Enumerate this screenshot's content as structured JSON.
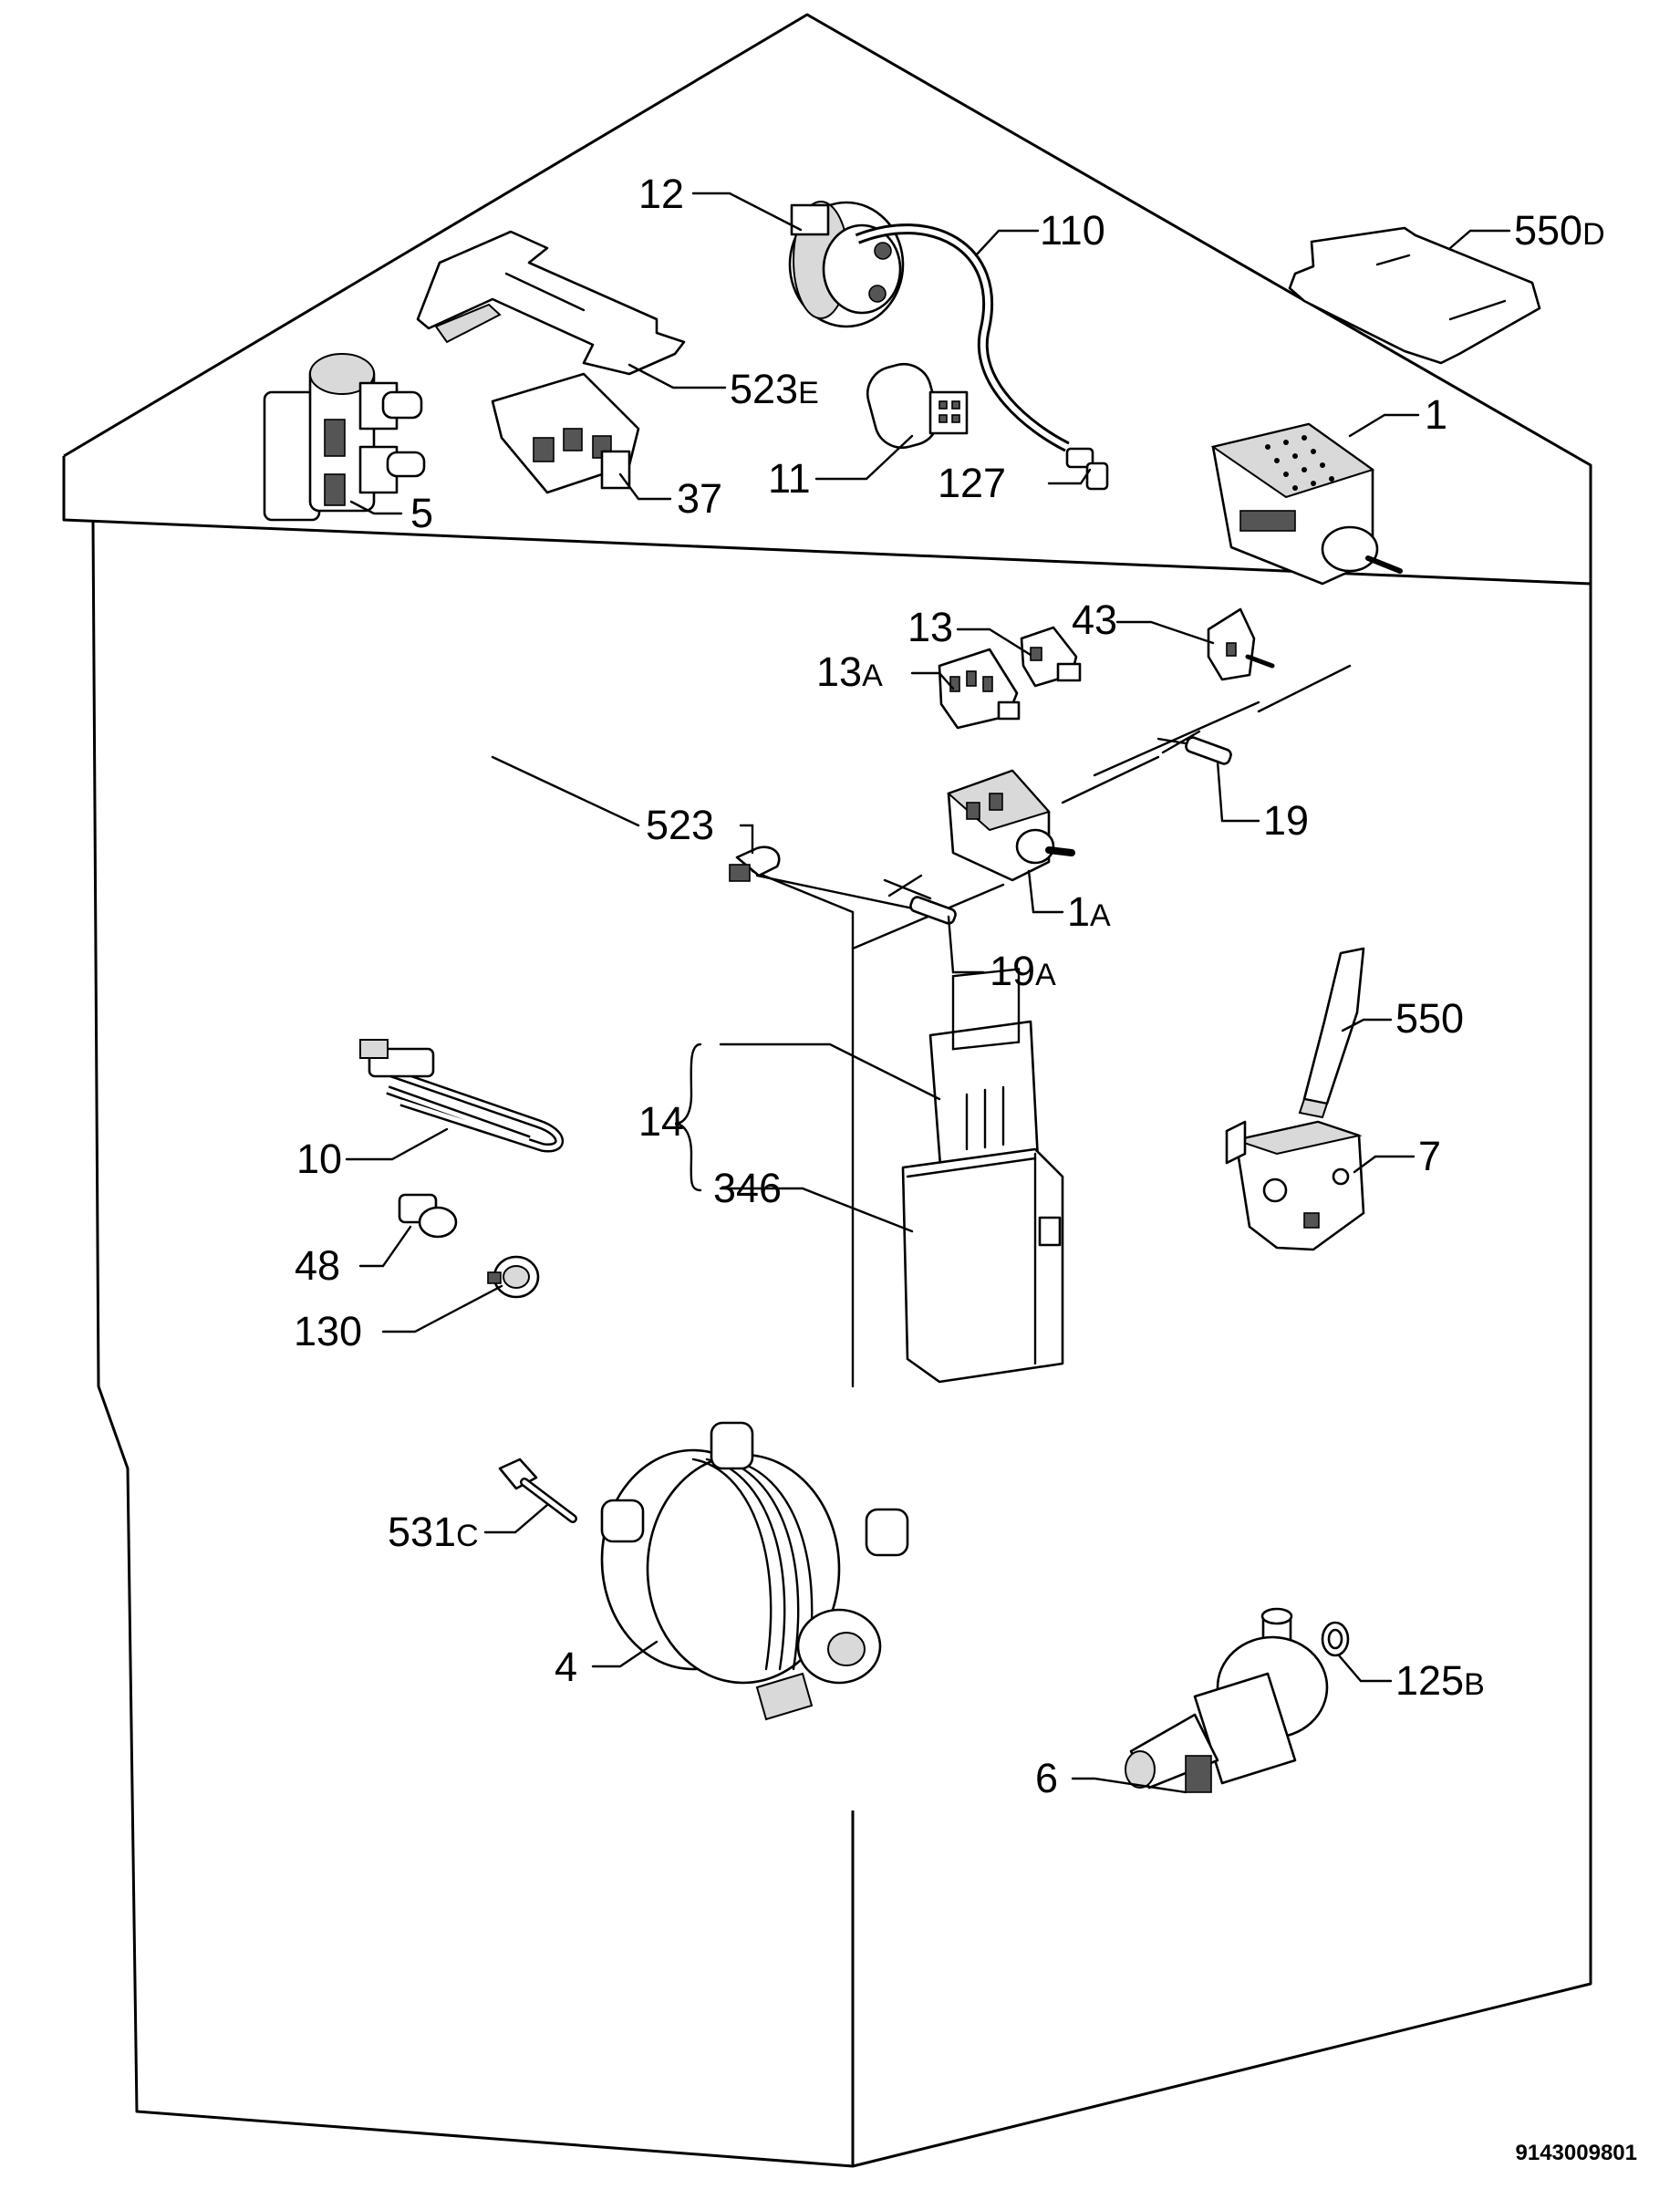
{
  "labels": {
    "p12": "12",
    "p110": "110",
    "p550d": "550",
    "p550d_sfx": "D",
    "p523e": "523",
    "p523e_sfx": "E",
    "p1": "1",
    "p11": "11",
    "p127": "127",
    "p37": "37",
    "p5": "5",
    "p13": "13",
    "p13a": "13",
    "p13a_sfx": "A",
    "p43": "43",
    "p19": "19",
    "p523": "523",
    "p1a": "1",
    "p1a_sfx": "A",
    "p19a": "19",
    "p19a_sfx": "A",
    "p550": "550",
    "p14": "14",
    "p346": "346",
    "p7": "7",
    "p10": "10",
    "p48": "48",
    "p130": "130",
    "p531c": "531",
    "p531c_sfx": "C",
    "p4": "4",
    "p125b": "125",
    "p125b_sfx": "B",
    "p6": "6"
  },
  "doc_number": "9143009801"
}
